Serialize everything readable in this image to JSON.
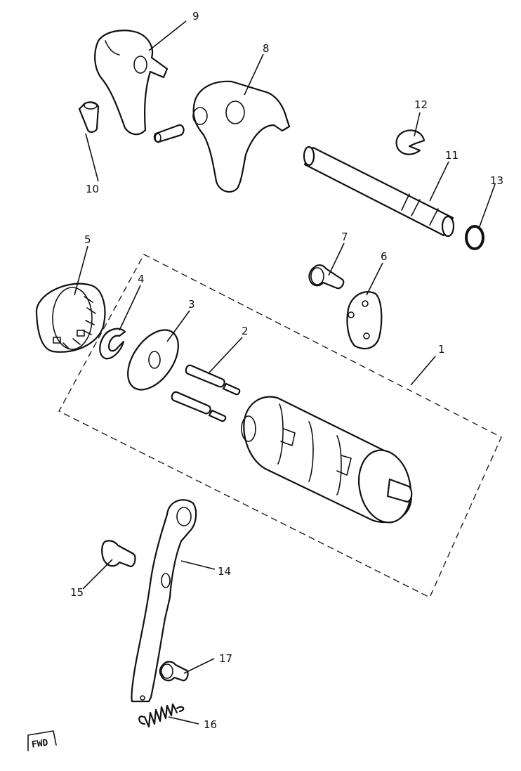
{
  "diagram": {
    "callouts": [
      "1",
      "2",
      "3",
      "4",
      "5",
      "6",
      "7",
      "8",
      "9",
      "10",
      "11",
      "12",
      "13",
      "14",
      "15",
      "16",
      "17"
    ],
    "direction_mark": "FWD"
  },
  "colors": {
    "ink": "#111111",
    "paper": "#ffffff"
  }
}
